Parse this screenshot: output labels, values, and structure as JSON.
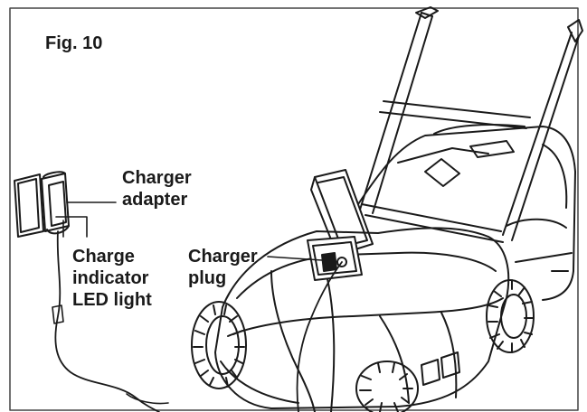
{
  "figure": {
    "title": "Fig. 10",
    "labels": {
      "charger_adapter": [
        "Charger",
        "adapter"
      ],
      "charge_indicator": [
        "Charge",
        "indicator",
        "LED light"
      ],
      "charger_plug": [
        "Charger",
        "plug"
      ]
    }
  },
  "colors": {
    "line": "#1a1a1a",
    "border": "#444444",
    "background": "#ffffff"
  },
  "icons": [
    "charger-adapter-icon",
    "lawn-mower-illustration",
    "charger-plug-icon"
  ]
}
